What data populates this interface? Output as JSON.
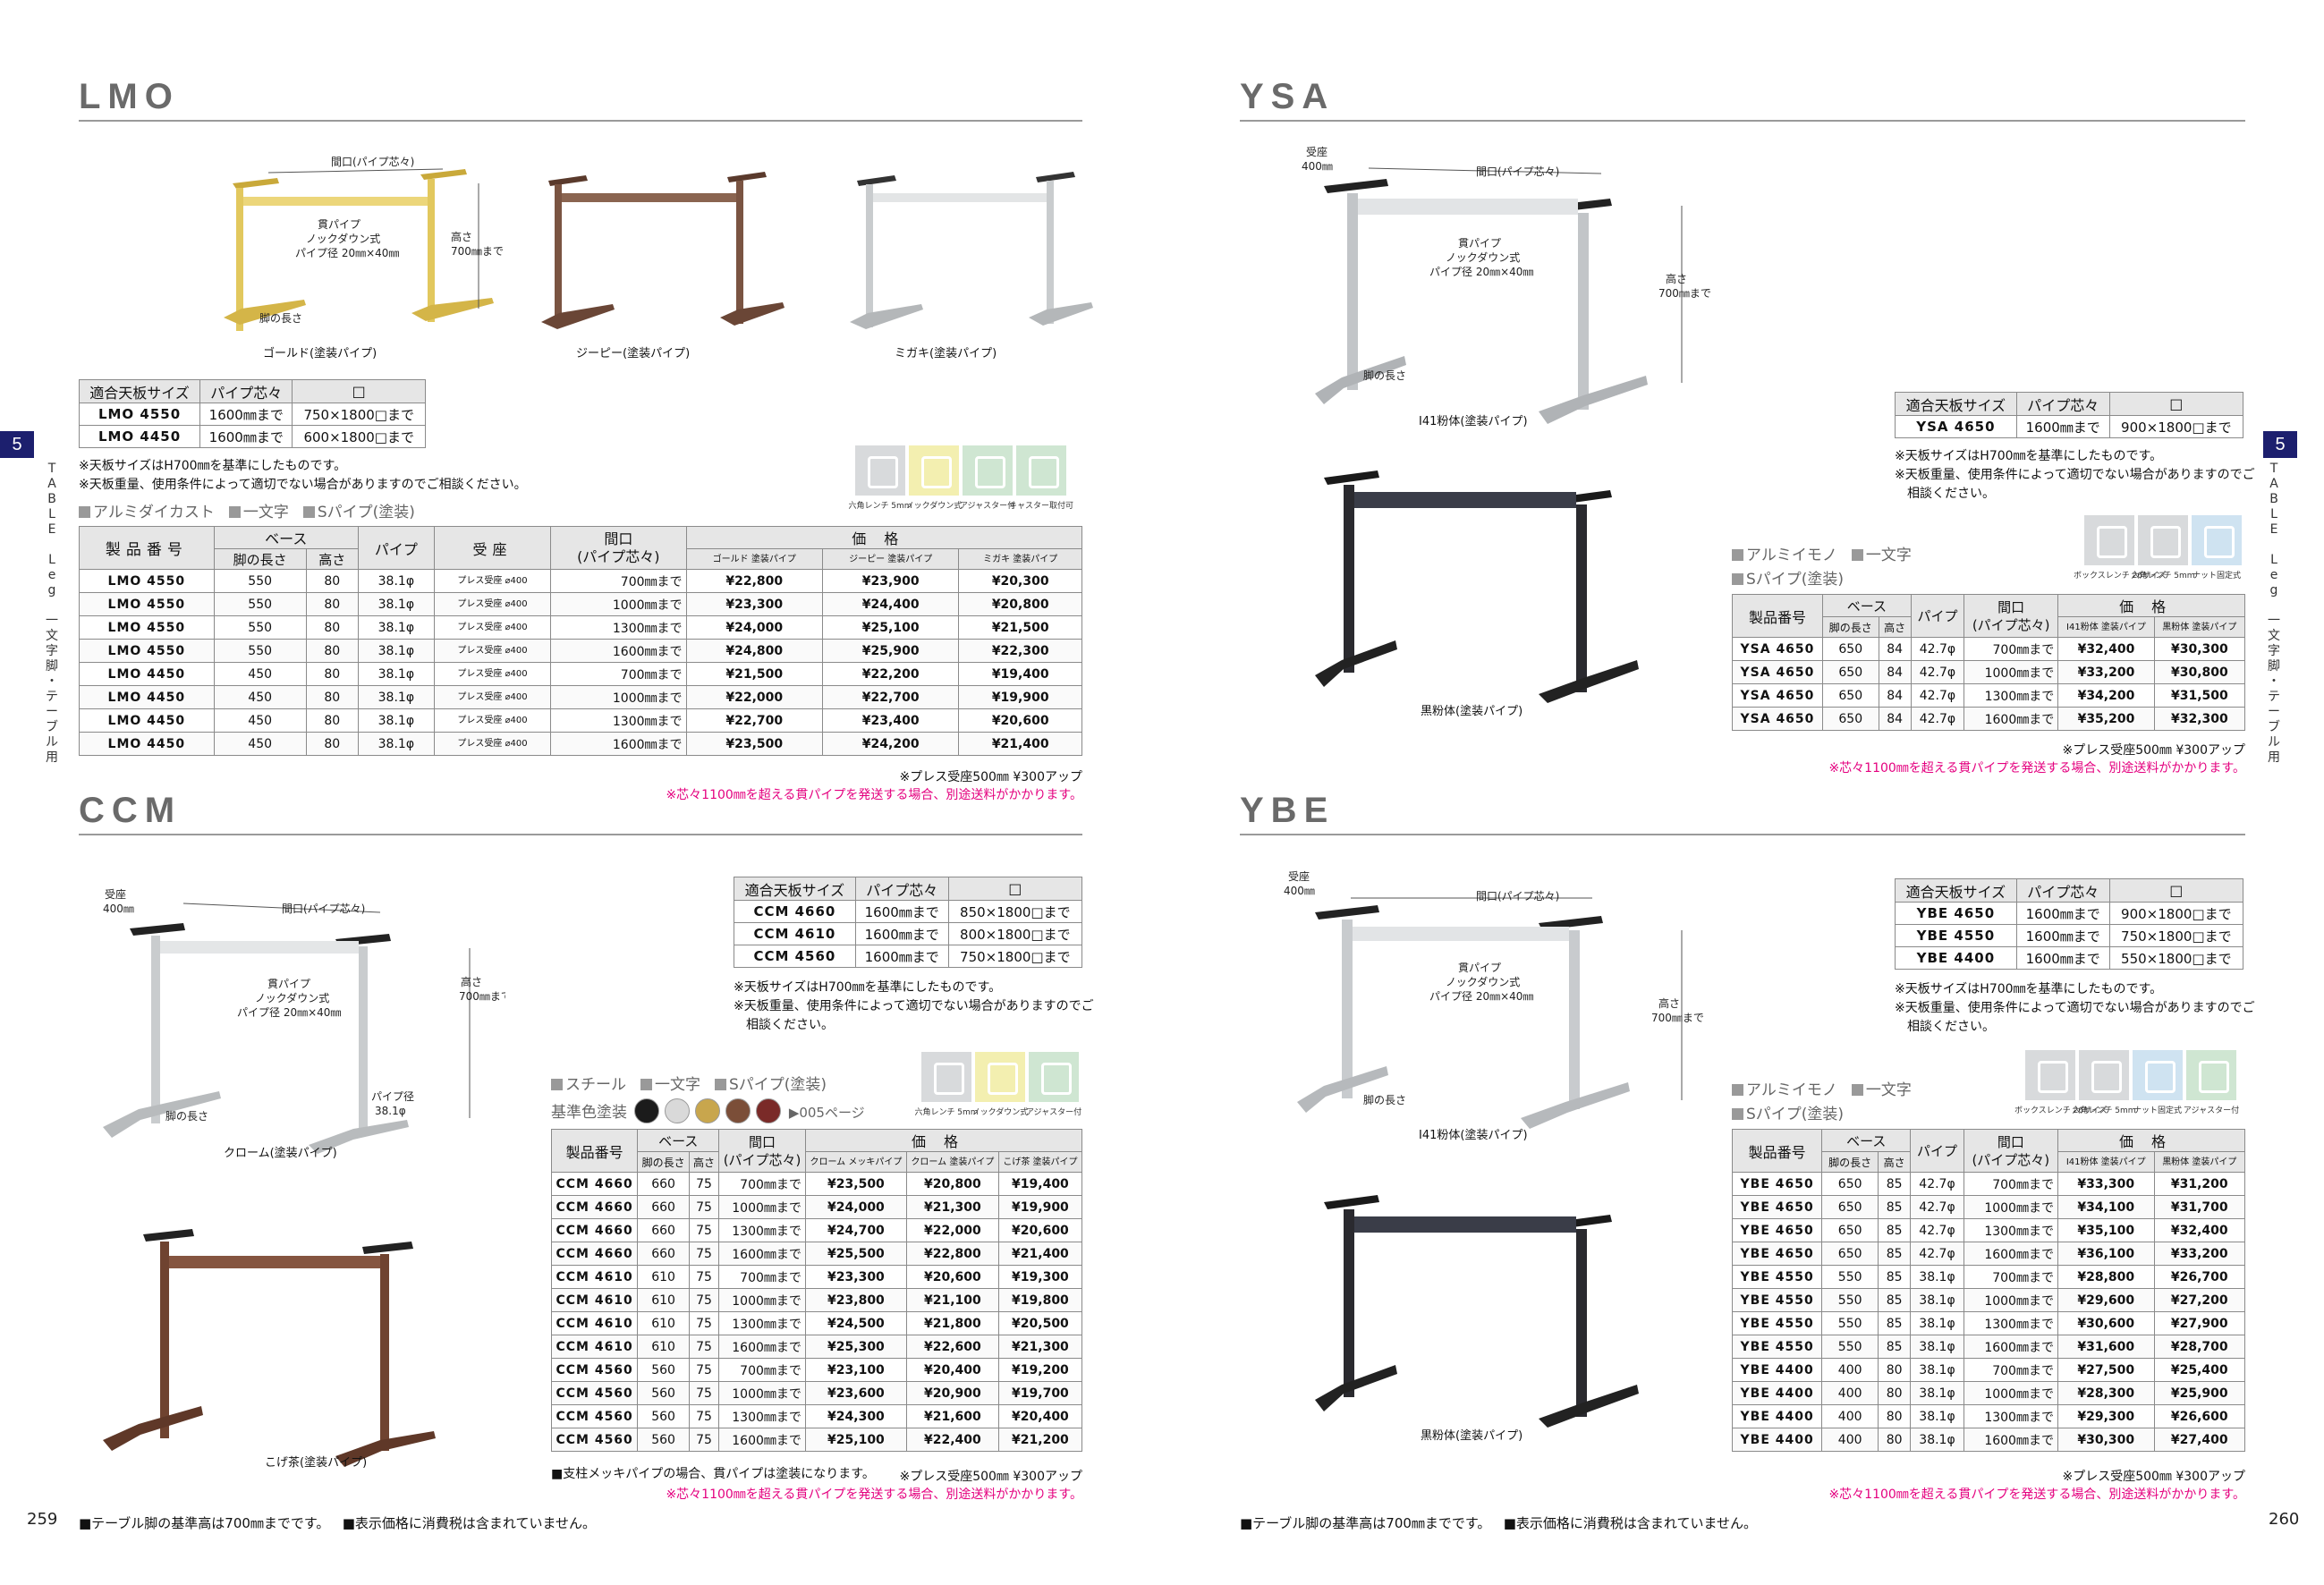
{
  "left_page_number": "259",
  "right_page_number": "260",
  "side_tab": {
    "number": "5",
    "text": "TABLE Leg 一文字脚・テーブル用"
  },
  "footer": {
    "base_height": "■テーブル脚の基準高は700㎜までです。",
    "tax": "■表示価格に消費税は含まれていません。"
  },
  "dimension_labels": {
    "maguchi": "間口(パイプ芯々)",
    "nuki": "貫パイプ",
    "knockdown": "ノックダウン式",
    "pipe_dia": "パイプ径 20㎜×40㎜",
    "takasa": "高さ",
    "takasa_max": "700㎜まで",
    "ashi": "脚の長さ",
    "ukeza": "受座",
    "ukeza_size": "400㎜",
    "pipe_label": "パイプ径",
    "pipe_value": "38.1φ"
  },
  "common_notes": {
    "tenban_size": "※天板サイズはH700㎜を基準にしたものです。",
    "tenban_weight": "※天板重量、使用条件によって適切でない場合がありますのでご相談ください。",
    "tenban_weight_a": "※天板重量、使用条件によって適切でない場合がありますのでご",
    "tenban_weight_b": "相談ください。",
    "press_ukeza": "※プレス受座500㎜ ¥300アップ",
    "shipping": "※芯々1100㎜を超える貫パイプを発送する場合、別途送料がかかります。"
  },
  "size_table_header": {
    "size": "適合天板サイズ",
    "pipe": "パイプ芯々",
    "square": "□"
  },
  "price_header": {
    "code": "製品番号",
    "base": "ベース",
    "leg_length": "脚の長さ",
    "height": "高さ",
    "pipe": "パイプ",
    "ukeza": "受座",
    "maguchi_a": "間口",
    "maguchi_b": "(パイプ芯々)",
    "price": "価格"
  },
  "lmo": {
    "title": "LMO",
    "captions": [
      "ゴールド(塗装パイプ)",
      "ジーピー(塗装パイプ)",
      "ミガキ(塗装パイプ)"
    ],
    "colors": [
      "#d9bf4f",
      "#7a5442",
      "#c9ccce"
    ],
    "sizes": [
      {
        "code": "LMO 4550",
        "pipe": "1600㎜まで",
        "square": "750×1800□まで"
      },
      {
        "code": "LMO 4450",
        "pipe": "1600㎜まで",
        "square": "600×1800□まで"
      }
    ],
    "materials": [
      "アルミダイカスト",
      "一文字",
      "Sパイプ(塗装)"
    ],
    "icons": [
      "六角レンチ 5mm",
      "ノックダウン式",
      "アジャスター付",
      "キャスター取付可"
    ],
    "price_cols": [
      "ゴールド 塗装パイプ",
      "ジーピー 塗装パイプ",
      "ミガキ 塗装パイプ"
    ],
    "ukeza_text": "プレス受座 ⌀400",
    "rows": [
      {
        "code": "LMO 4550",
        "leg": "550",
        "h": "80",
        "pipe": "38.1φ",
        "mag": "700㎜まで",
        "p1": "¥22,800",
        "p2": "¥23,900",
        "p3": "¥20,300"
      },
      {
        "code": "LMO 4550",
        "leg": "550",
        "h": "80",
        "pipe": "38.1φ",
        "mag": "1000㎜まで",
        "p1": "¥23,300",
        "p2": "¥24,400",
        "p3": "¥20,800"
      },
      {
        "code": "LMO 4550",
        "leg": "550",
        "h": "80",
        "pipe": "38.1φ",
        "mag": "1300㎜まで",
        "p1": "¥24,000",
        "p2": "¥25,100",
        "p3": "¥21,500"
      },
      {
        "code": "LMO 4550",
        "leg": "550",
        "h": "80",
        "pipe": "38.1φ",
        "mag": "1600㎜まで",
        "p1": "¥24,800",
        "p2": "¥25,900",
        "p3": "¥22,300"
      },
      {
        "code": "LMO 4450",
        "leg": "450",
        "h": "80",
        "pipe": "38.1φ",
        "mag": "700㎜まで",
        "p1": "¥21,500",
        "p2": "¥22,200",
        "p3": "¥19,400"
      },
      {
        "code": "LMO 4450",
        "leg": "450",
        "h": "80",
        "pipe": "38.1φ",
        "mag": "1000㎜まで",
        "p1": "¥22,000",
        "p2": "¥22,700",
        "p3": "¥19,900"
      },
      {
        "code": "LMO 4450",
        "leg": "450",
        "h": "80",
        "pipe": "38.1φ",
        "mag": "1300㎜まで",
        "p1": "¥22,700",
        "p2": "¥23,400",
        "p3": "¥20,600"
      },
      {
        "code": "LMO 4450",
        "leg": "450",
        "h": "80",
        "pipe": "38.1φ",
        "mag": "1600㎜まで",
        "p1": "¥23,500",
        "p2": "¥24,200",
        "p3": "¥21,400"
      }
    ]
  },
  "ccm": {
    "title": "CCM",
    "captions": [
      "クローム(塗装パイプ)",
      "こげ茶(塗装パイプ)"
    ],
    "sizes": [
      {
        "code": "CCM 4660",
        "pipe": "1600㎜まで",
        "square": "850×1800□まで"
      },
      {
        "code": "CCM 4610",
        "pipe": "1600㎜まで",
        "square": "800×1800□まで"
      },
      {
        "code": "CCM 4560",
        "pipe": "1600㎜まで",
        "square": "750×1800□まで"
      }
    ],
    "materials": [
      "スチール",
      "一文字",
      "Sパイプ(塗装)"
    ],
    "base_color_label": "基準色塗装",
    "base_colors": [
      "#1b1b1b",
      "#d9d9d9",
      "#c8a64d",
      "#7b4e38",
      "#7a2a28"
    ],
    "page_ref": "▶005ページ",
    "icons": [
      "六角レンチ 5mm",
      "ノックダウン式",
      "アジャスター付"
    ],
    "price_cols": [
      "クローム メッキパイプ",
      "クローム 塗装パイプ",
      "こげ茶 塗装パイプ"
    ],
    "rows": [
      {
        "code": "CCM 4660",
        "leg": "660",
        "h": "75",
        "mag": "700㎜まで",
        "p1": "¥23,500",
        "p2": "¥20,800",
        "p3": "¥19,400"
      },
      {
        "code": "CCM 4660",
        "leg": "660",
        "h": "75",
        "mag": "1000㎜まで",
        "p1": "¥24,000",
        "p2": "¥21,300",
        "p3": "¥19,900"
      },
      {
        "code": "CCM 4660",
        "leg": "660",
        "h": "75",
        "mag": "1300㎜まで",
        "p1": "¥24,700",
        "p2": "¥22,000",
        "p3": "¥20,600"
      },
      {
        "code": "CCM 4660",
        "leg": "660",
        "h": "75",
        "mag": "1600㎜まで",
        "p1": "¥25,500",
        "p2": "¥22,800",
        "p3": "¥21,400"
      },
      {
        "code": "CCM 4610",
        "leg": "610",
        "h": "75",
        "mag": "700㎜まで",
        "p1": "¥23,300",
        "p2": "¥20,600",
        "p3": "¥19,300"
      },
      {
        "code": "CCM 4610",
        "leg": "610",
        "h": "75",
        "mag": "1000㎜まで",
        "p1": "¥23,800",
        "p2": "¥21,100",
        "p3": "¥19,800"
      },
      {
        "code": "CCM 4610",
        "leg": "610",
        "h": "75",
        "mag": "1300㎜まで",
        "p1": "¥24,500",
        "p2": "¥21,800",
        "p3": "¥20,500"
      },
      {
        "code": "CCM 4610",
        "leg": "610",
        "h": "75",
        "mag": "1600㎜まで",
        "p1": "¥25,300",
        "p2": "¥22,600",
        "p3": "¥21,300"
      },
      {
        "code": "CCM 4560",
        "leg": "560",
        "h": "75",
        "mag": "700㎜まで",
        "p1": "¥23,100",
        "p2": "¥20,400",
        "p3": "¥19,200"
      },
      {
        "code": "CCM 4560",
        "leg": "560",
        "h": "75",
        "mag": "1000㎜まで",
        "p1": "¥23,600",
        "p2": "¥20,900",
        "p3": "¥19,700"
      },
      {
        "code": "CCM 4560",
        "leg": "560",
        "h": "75",
        "mag": "1300㎜まで",
        "p1": "¥24,300",
        "p2": "¥21,600",
        "p3": "¥20,400"
      },
      {
        "code": "CCM 4560",
        "leg": "560",
        "h": "75",
        "mag": "1600㎜まで",
        "p1": "¥25,100",
        "p2": "¥22,400",
        "p3": "¥21,200"
      }
    ],
    "plating_note": "■支柱メッキパイプの場合、貫パイプは塗装になります。"
  },
  "ysa": {
    "title": "YSA",
    "captions": [
      "I41粉体(塗装パイプ)",
      "黒粉体(塗装パイプ)"
    ],
    "sizes": [
      {
        "code": "YSA 4650",
        "pipe": "1600㎜まで",
        "square": "900×1800□まで"
      }
    ],
    "materials": [
      "アルミイモノ",
      "一文字",
      "Sパイプ(塗装)"
    ],
    "icons": [
      "ボックスレンチ 26サイズ",
      "六角レンチ 5mm",
      "ナット固定式"
    ],
    "price_cols": [
      "I41粉体 塗装パイプ",
      "黒粉体 塗装パイプ"
    ],
    "rows": [
      {
        "code": "YSA 4650",
        "leg": "650",
        "h": "84",
        "pipe": "42.7φ",
        "mag": "700㎜まで",
        "p1": "¥32,400",
        "p2": "¥30,300"
      },
      {
        "code": "YSA 4650",
        "leg": "650",
        "h": "84",
        "pipe": "42.7φ",
        "mag": "1000㎜まで",
        "p1": "¥33,200",
        "p2": "¥30,800"
      },
      {
        "code": "YSA 4650",
        "leg": "650",
        "h": "84",
        "pipe": "42.7φ",
        "mag": "1300㎜まで",
        "p1": "¥34,200",
        "p2": "¥31,500"
      },
      {
        "code": "YSA 4650",
        "leg": "650",
        "h": "84",
        "pipe": "42.7φ",
        "mag": "1600㎜まで",
        "p1": "¥35,200",
        "p2": "¥32,300"
      }
    ]
  },
  "ybe": {
    "title": "YBE",
    "captions": [
      "I41粉体(塗装パイプ)",
      "黒粉体(塗装パイプ)"
    ],
    "sizes": [
      {
        "code": "YBE 4650",
        "pipe": "1600㎜まで",
        "square": "900×1800□まで"
      },
      {
        "code": "YBE 4550",
        "pipe": "1600㎜まで",
        "square": "750×1800□まで"
      },
      {
        "code": "YBE 4400",
        "pipe": "1600㎜まで",
        "square": "550×1800□まで"
      }
    ],
    "materials": [
      "アルミイモノ",
      "一文字",
      "Sパイプ(塗装)"
    ],
    "icons": [
      "ボックスレンチ 26サイズ",
      "六角レンチ 5mm",
      "ナット固定式",
      "アジャスター付"
    ],
    "price_cols": [
      "I41粉体 塗装パイプ",
      "黒粉体 塗装パイプ"
    ],
    "rows": [
      {
        "code": "YBE 4650",
        "leg": "650",
        "h": "85",
        "pipe": "42.7φ",
        "mag": "700㎜まで",
        "p1": "¥33,300",
        "p2": "¥31,200"
      },
      {
        "code": "YBE 4650",
        "leg": "650",
        "h": "85",
        "pipe": "42.7φ",
        "mag": "1000㎜まで",
        "p1": "¥34,100",
        "p2": "¥31,700"
      },
      {
        "code": "YBE 4650",
        "leg": "650",
        "h": "85",
        "pipe": "42.7φ",
        "mag": "1300㎜まで",
        "p1": "¥35,100",
        "p2": "¥32,400"
      },
      {
        "code": "YBE 4650",
        "leg": "650",
        "h": "85",
        "pipe": "42.7φ",
        "mag": "1600㎜まで",
        "p1": "¥36,100",
        "p2": "¥33,200"
      },
      {
        "code": "YBE 4550",
        "leg": "550",
        "h": "85",
        "pipe": "38.1φ",
        "mag": "700㎜まで",
        "p1": "¥28,800",
        "p2": "¥26,700"
      },
      {
        "code": "YBE 4550",
        "leg": "550",
        "h": "85",
        "pipe": "38.1φ",
        "mag": "1000㎜まで",
        "p1": "¥29,600",
        "p2": "¥27,200"
      },
      {
        "code": "YBE 4550",
        "leg": "550",
        "h": "85",
        "pipe": "38.1φ",
        "mag": "1300㎜まで",
        "p1": "¥30,600",
        "p2": "¥27,900"
      },
      {
        "code": "YBE 4550",
        "leg": "550",
        "h": "85",
        "pipe": "38.1φ",
        "mag": "1600㎜まで",
        "p1": "¥31,600",
        "p2": "¥28,700"
      },
      {
        "code": "YBE 4400",
        "leg": "400",
        "h": "80",
        "pipe": "38.1φ",
        "mag": "700㎜まで",
        "p1": "¥27,500",
        "p2": "¥25,400"
      },
      {
        "code": "YBE 4400",
        "leg": "400",
        "h": "80",
        "pipe": "38.1φ",
        "mag": "1000㎜まで",
        "p1": "¥28,300",
        "p2": "¥25,900"
      },
      {
        "code": "YBE 4400",
        "leg": "400",
        "h": "80",
        "pipe": "38.1φ",
        "mag": "1300㎜まで",
        "p1": "¥29,300",
        "p2": "¥26,600"
      },
      {
        "code": "YBE 4400",
        "leg": "400",
        "h": "80",
        "pipe": "38.1φ",
        "mag": "1600㎜まで",
        "p1": "¥30,300",
        "p2": "¥27,400"
      }
    ]
  }
}
